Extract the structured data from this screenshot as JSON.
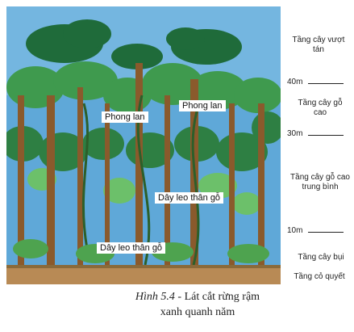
{
  "callouts": {
    "orchid_left": "Phong lan",
    "orchid_right": "Phong lan",
    "liana_mid": "Dây leo thân gỗ",
    "liana_low": "Dây leo thân gỗ"
  },
  "layers": {
    "emergent": "Tầng cây vượt tán",
    "high": "Tầng cây gỗ cao",
    "middle": "Tầng cây gỗ cao trung bình",
    "shrub": "Tầng cây bụi",
    "herb": "Tầng cỏ quyết"
  },
  "heights": {
    "h40": "40m",
    "h30": "30m",
    "h10": "10m"
  },
  "caption": {
    "figure_number": "Hình 5.4",
    "separator": " - ",
    "text_line1": "Lát cắt rừng rậm",
    "text_line2": "xanh quanh năm"
  },
  "colors": {
    "sky": "#5fa8d8",
    "canopy_dark": "#1f6b3a",
    "canopy_mid": "#3f9a4e",
    "canopy_light": "#6cc06a",
    "trunk": "#8a5a2c",
    "ground": "#b88a55"
  }
}
